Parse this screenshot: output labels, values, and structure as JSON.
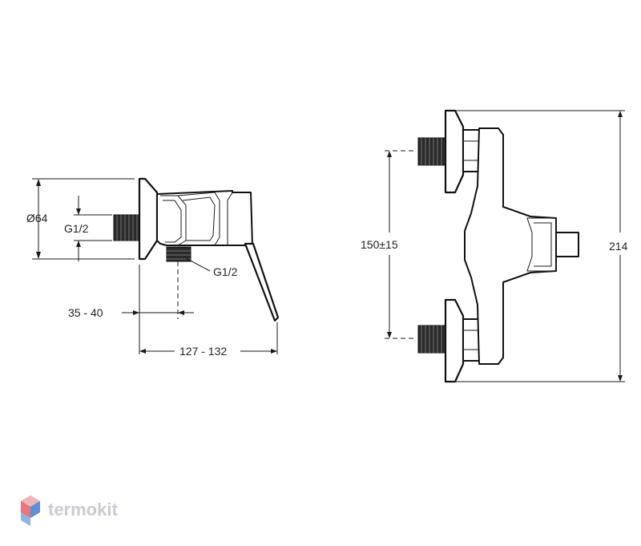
{
  "left_view": {
    "dim_diameter": "Ø64",
    "dim_inlet_thread": "G1/2",
    "dim_outlet_thread": "G1/2",
    "dim_offset": "35 - 40",
    "dim_depth": "127 - 132"
  },
  "right_view": {
    "dim_spacing": "150±15",
    "dim_height": "214"
  },
  "watermark": {
    "brand": "termokit",
    "logo_colors": [
      "#e8767a",
      "#f2b3b5",
      "#8fb4e6",
      "#5f8fd6"
    ]
  }
}
